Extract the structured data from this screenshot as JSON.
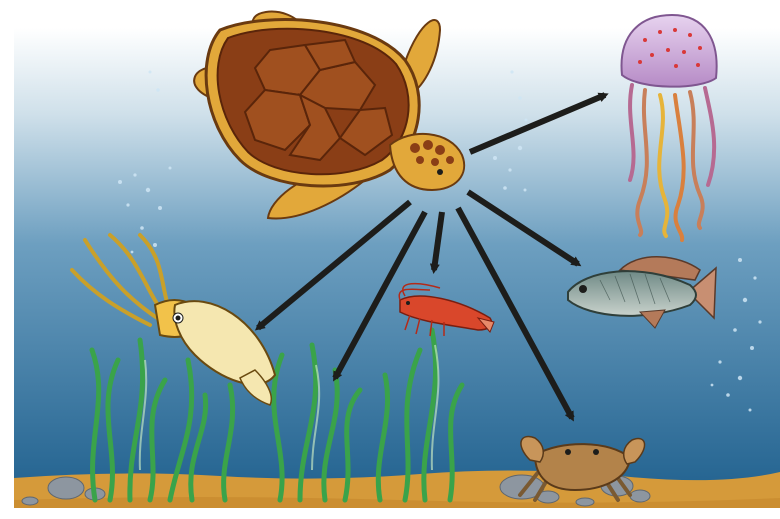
{
  "diagram": {
    "kind": "food-web",
    "predator": "sea-turtle",
    "prey": [
      "jellyfish",
      "fish",
      "crab",
      "shrimp",
      "seagrass",
      "cuttlefish"
    ],
    "colors": {
      "water_top": "#ffffff",
      "water_bottom": "#1e5f8d",
      "sand": "#d59a3a",
      "arrow": "#1d1d1b",
      "seagrass": "#3aa34a",
      "turtle_shell": "#8a3e16",
      "turtle_skin": "#e2a83a"
    }
  }
}
